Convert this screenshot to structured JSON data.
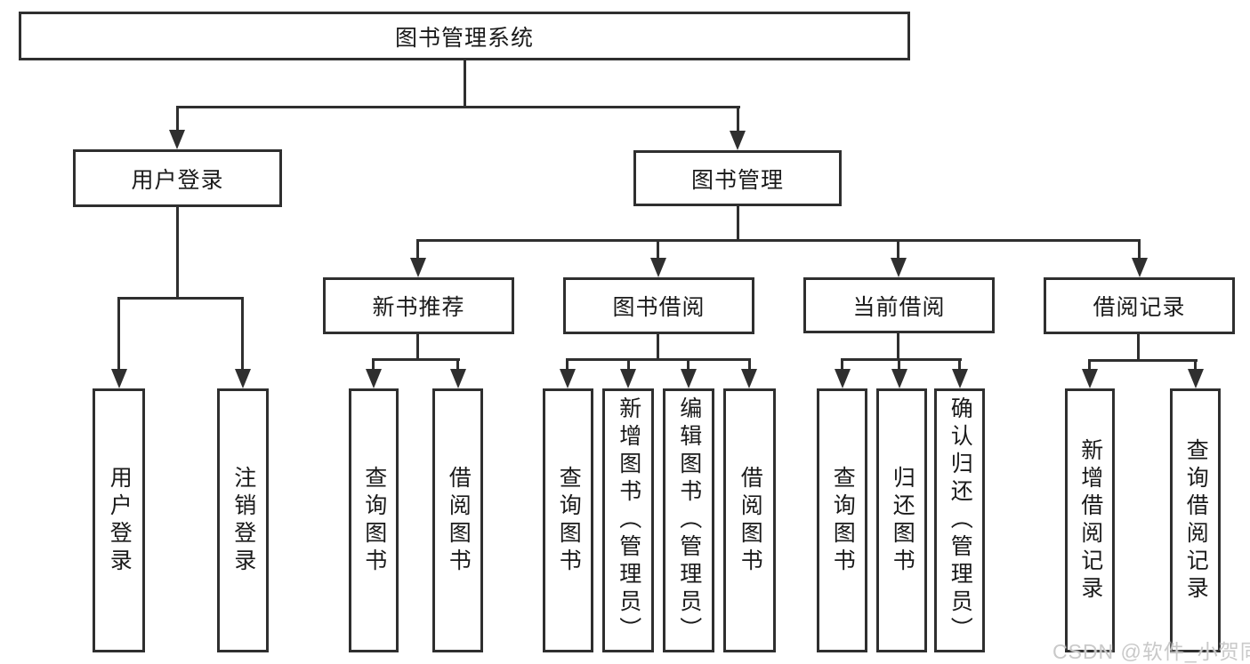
{
  "diagram": {
    "root": {
      "label": "图书管理系统"
    },
    "level2": {
      "user_login": {
        "label": "用户登录"
      },
      "book_mgmt": {
        "label": "图书管理"
      }
    },
    "level3": {
      "new_book_rec": {
        "label": "新书推荐"
      },
      "book_borrow": {
        "label": "图书借阅"
      },
      "current_borrow": {
        "label": "当前借阅"
      },
      "borrow_record": {
        "label": "借阅记录"
      }
    },
    "leaves": {
      "user_login": {
        "label": "用户登录"
      },
      "logout": {
        "label": "注销登录"
      },
      "rec_query_book": {
        "label": "查询图书"
      },
      "rec_borrow_book": {
        "label": "借阅图书"
      },
      "bb_query_book": {
        "label": "查询图书"
      },
      "bb_add_book": {
        "label": "新增图书（管理员）"
      },
      "bb_edit_book": {
        "label": "编辑图书（管理员）"
      },
      "bb_borrow_book": {
        "label": "借阅图书"
      },
      "cb_query_book": {
        "label": "查询图书"
      },
      "cb_return_book": {
        "label": "归还图书"
      },
      "cb_confirm_return": {
        "label": "确认归还（管理员）"
      },
      "br_add_record": {
        "label": "新增借阅记录"
      },
      "br_query_record": {
        "label": "查询借阅记录"
      }
    }
  },
  "watermark": {
    "text": "CSDN @软件_小贺同学"
  },
  "colors": {
    "line": "#2f2f2f",
    "text": "#1a1a1a",
    "watermark": "#c9c9c9",
    "bg": "#ffffff"
  }
}
